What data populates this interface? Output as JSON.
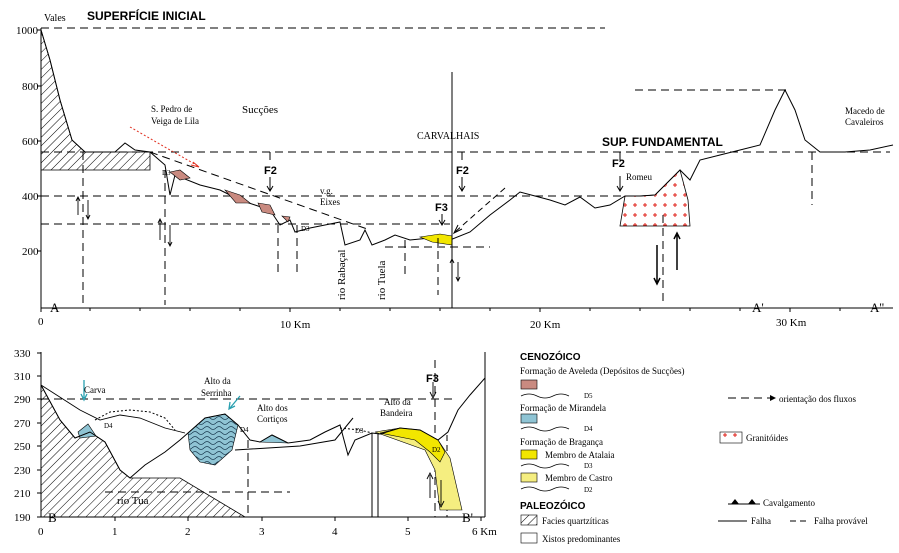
{
  "top_section": {
    "y_axis_ticks": [
      "1000",
      "800",
      "600",
      "400",
      "200"
    ],
    "x_axis_ticks": [
      "0",
      "10 Km",
      "20 Km",
      "30 Km"
    ],
    "y_top_label": "Vales",
    "surface_initial": "SUPERFÍCIE INICIAL",
    "surface_fundamental": "SUP. FUNDAMENTAL",
    "labels": {
      "s_pedro_line1": "S. Pedro de",
      "s_pedro_line2": "Veiga de Lila",
      "sucoes": "Sucções",
      "carvalhais": "CARVALHAIS",
      "macedo_line1": "Macedo de",
      "macedo_line2": "Cavaleiros",
      "vg_line1": "v.g.",
      "vg_line2": "Eixes",
      "romeu": "Romeu",
      "rio_rabacal": "rio Rabaçal",
      "rio_tuela": "rio Tuela",
      "f2_a": "F2",
      "f2_b": "F2",
      "f2_c": "F2",
      "f3": "F3",
      "d3_a": "D3",
      "d3_b": "D3",
      "a_left": "A",
      "a_prime": "A'",
      "a_double": "A''"
    }
  },
  "bottom_section": {
    "y_axis_ticks": [
      "330",
      "310",
      "290",
      "270",
      "250",
      "230",
      "210",
      "190"
    ],
    "x_axis_ticks": [
      "0",
      "1",
      "2",
      "3",
      "4",
      "5",
      "6 Km"
    ],
    "labels": {
      "carva": "Carva",
      "alto_serrinha_1": "Alto da",
      "alto_serrinha_2": "Serrinha",
      "alto_cortigos_1": "Alto dos",
      "alto_cortigos_2": "Cortiços",
      "alto_bandeira_1": "Alto da",
      "alto_bandeira_2": "Bandeira",
      "rio_tua": "rio Tua",
      "f3": "F3",
      "d4_a": "D4",
      "d4_b": "D4",
      "d3": "D3",
      "d2": "D2",
      "b_left": "B",
      "b_prime": "B'"
    }
  },
  "legend": {
    "cenozoico": "CENOZÓICO",
    "aveleda": "Formação de Aveleda (Depósitos de Sucções)",
    "d5": "D5",
    "mirandela": "Formação de Mirandela",
    "d4": "D4",
    "braganca": "Formação de Bragança",
    "atalaia": "Membro de Atalaia",
    "d3": "D3",
    "castro": "Membro de Castro",
    "d2": "D2",
    "paleozoico": "PALEOZÓICO",
    "facies": "Facies quartzíticas",
    "xistos": "Xistos predominantes",
    "fluxos": "orientação dos fluxos",
    "granitoides": "Granitóides",
    "cavalgamento": "Cavalgamento",
    "falha": "Falha",
    "falha_provavel": "Falha provável"
  },
  "colors": {
    "aveleda": "#c98a80",
    "mirandela": "#8fc4d4",
    "atalaia": "#f2e600",
    "castro": "#f5ee80",
    "granite_cross": "#e0201a",
    "flux_arrow": "#e03020",
    "flow_arrow_blue": "#2aa0b0"
  }
}
